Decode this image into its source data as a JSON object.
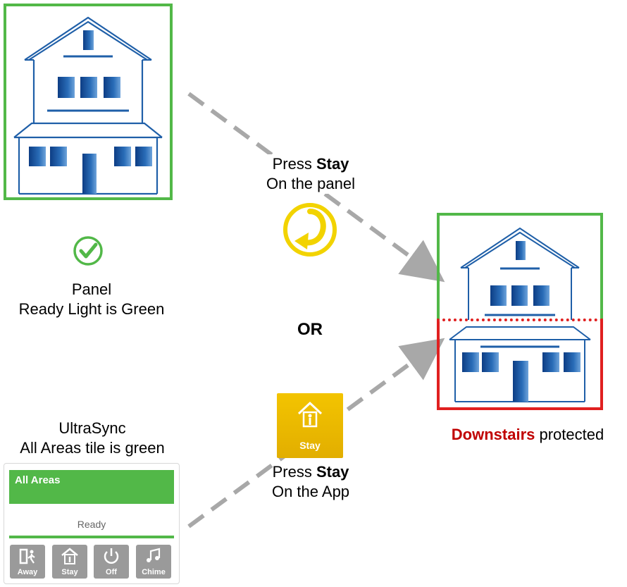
{
  "left": {
    "status_line1": "Panel",
    "status_line2": "Ready Light is Green",
    "app_line1": "UltraSync",
    "app_line2": "All Areas tile is green"
  },
  "center": {
    "panel_prefix": "Press ",
    "panel_bold": "Stay",
    "panel_line2": "On the panel",
    "or_label": "OR",
    "app_prefix": "Press ",
    "app_bold": "Stay",
    "app_line2": "On the App",
    "stay_tile_label": "Stay"
  },
  "right": {
    "caption_bold": "Downstairs",
    "caption_rest": " protected"
  },
  "tile": {
    "header": "All Areas",
    "status": "Ready",
    "buttons": [
      "Away",
      "Stay",
      "Off",
      "Chime"
    ]
  },
  "colors": {
    "green": "#52b848",
    "red": "#e02020",
    "house_blue": "#1f5fa8",
    "yellow": "#f2c400",
    "caption_red": "#c00000",
    "arrow_gray": "#a8a8a8"
  },
  "icons": [
    "house-icon",
    "checkmark-icon",
    "yellow-arrow-icon",
    "stay-house-icon",
    "away-icon",
    "power-icon",
    "chime-icon"
  ]
}
